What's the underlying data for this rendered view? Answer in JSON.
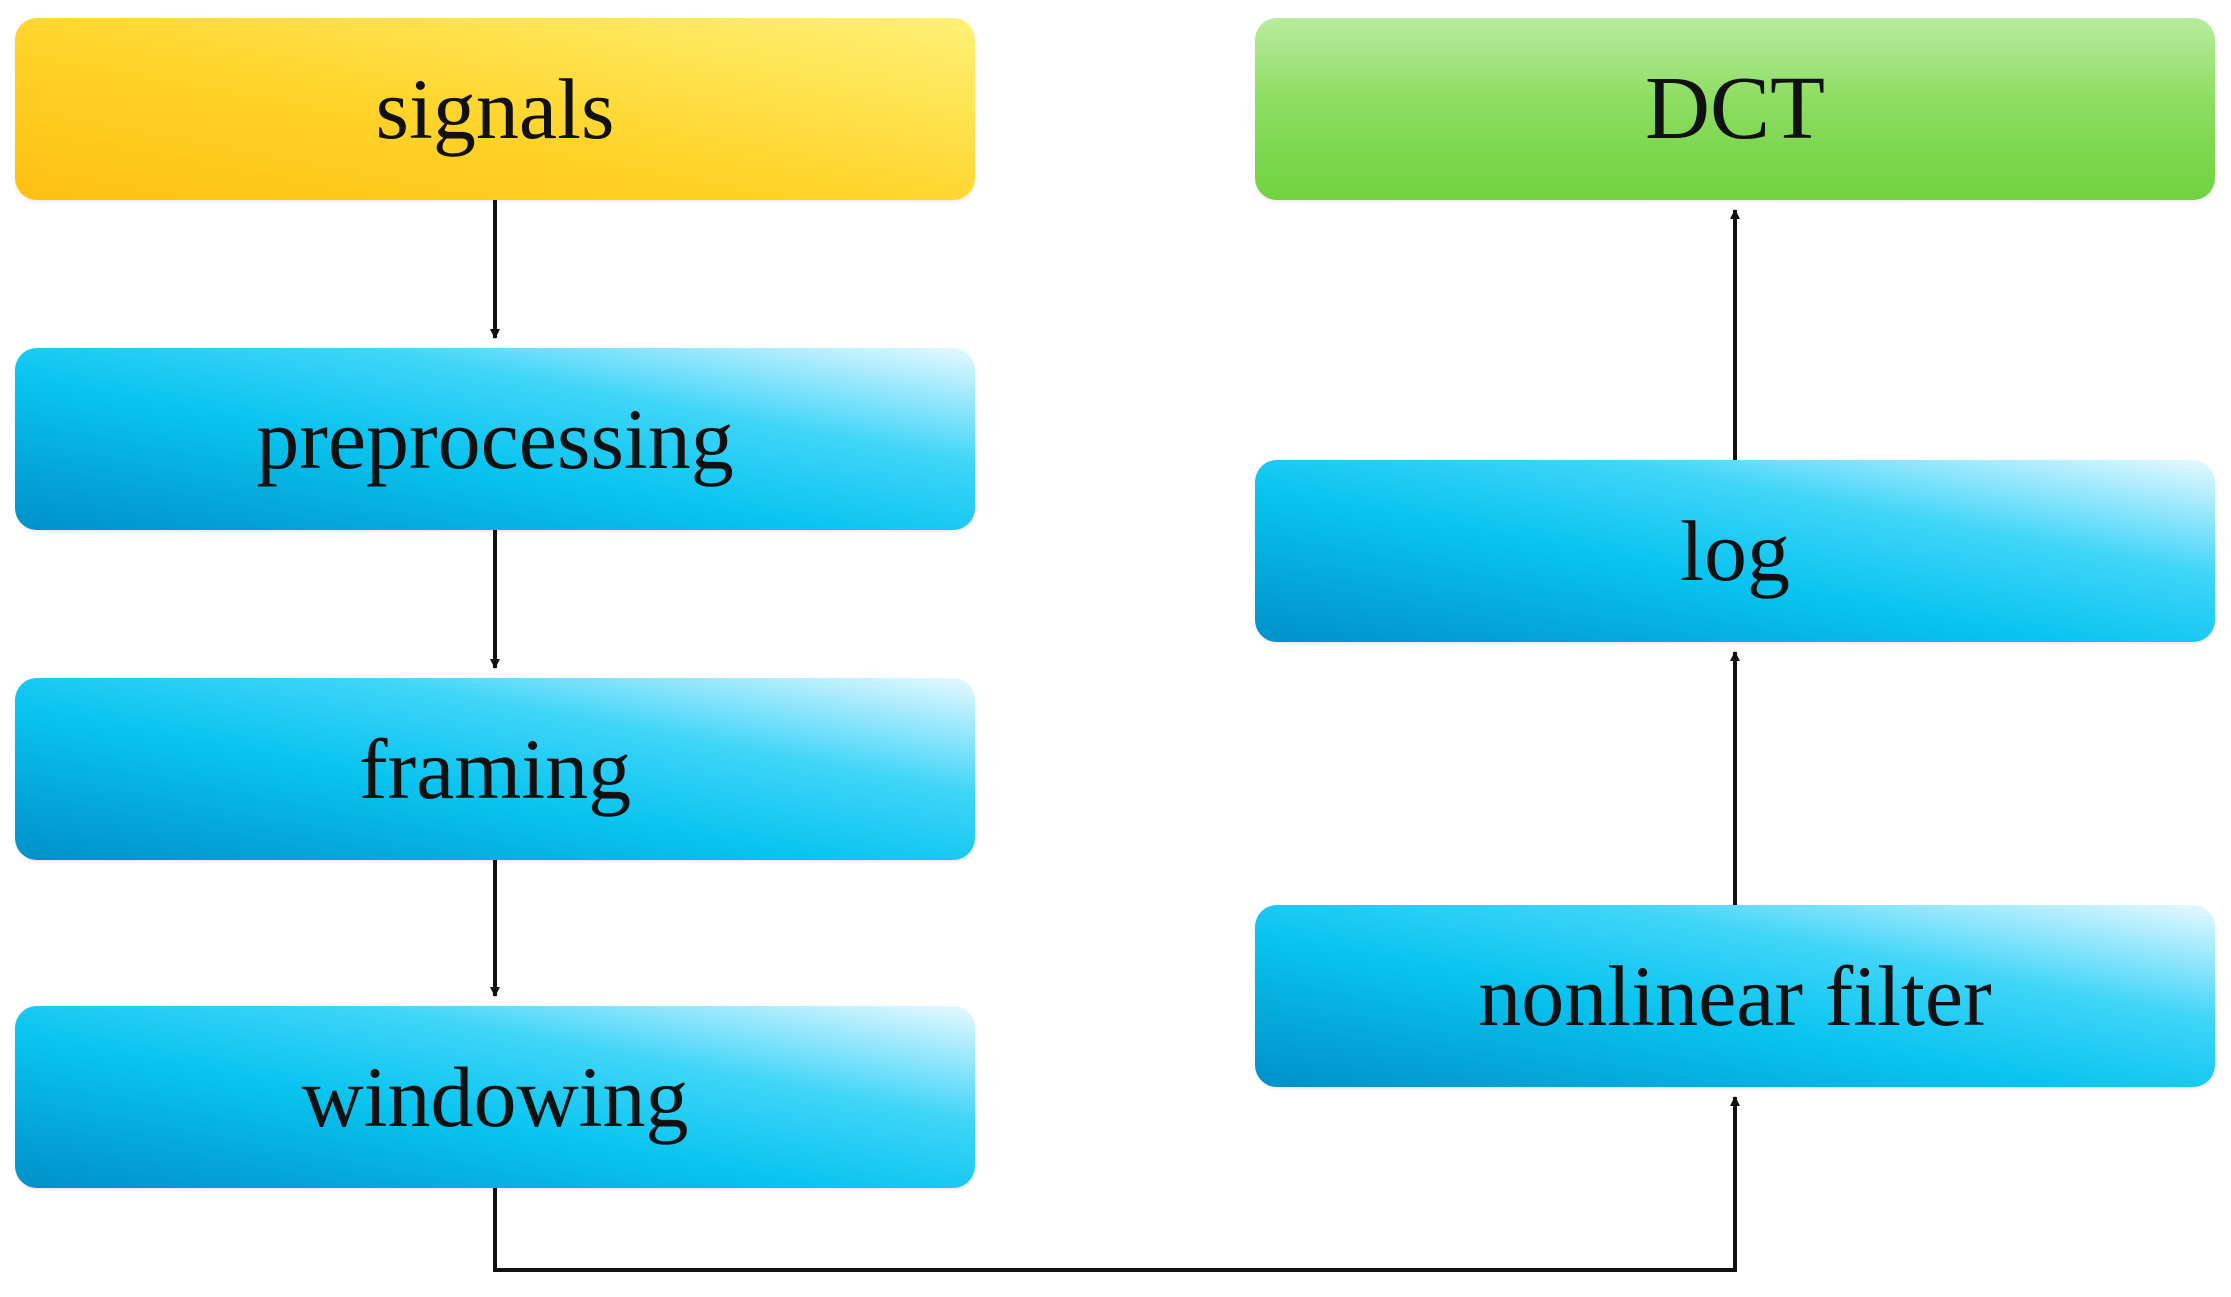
{
  "nodes": {
    "signals": "signals",
    "preprocessing": "preprocessing",
    "framing": "framing",
    "windowing": "windowing",
    "dct": "DCT",
    "log": "log",
    "nonlinear_filter": "nonlinear filter"
  },
  "colors": {
    "start": "#ffd42a",
    "process": "#09c4ef",
    "end": "#8ddd62",
    "connector": "#111111"
  }
}
